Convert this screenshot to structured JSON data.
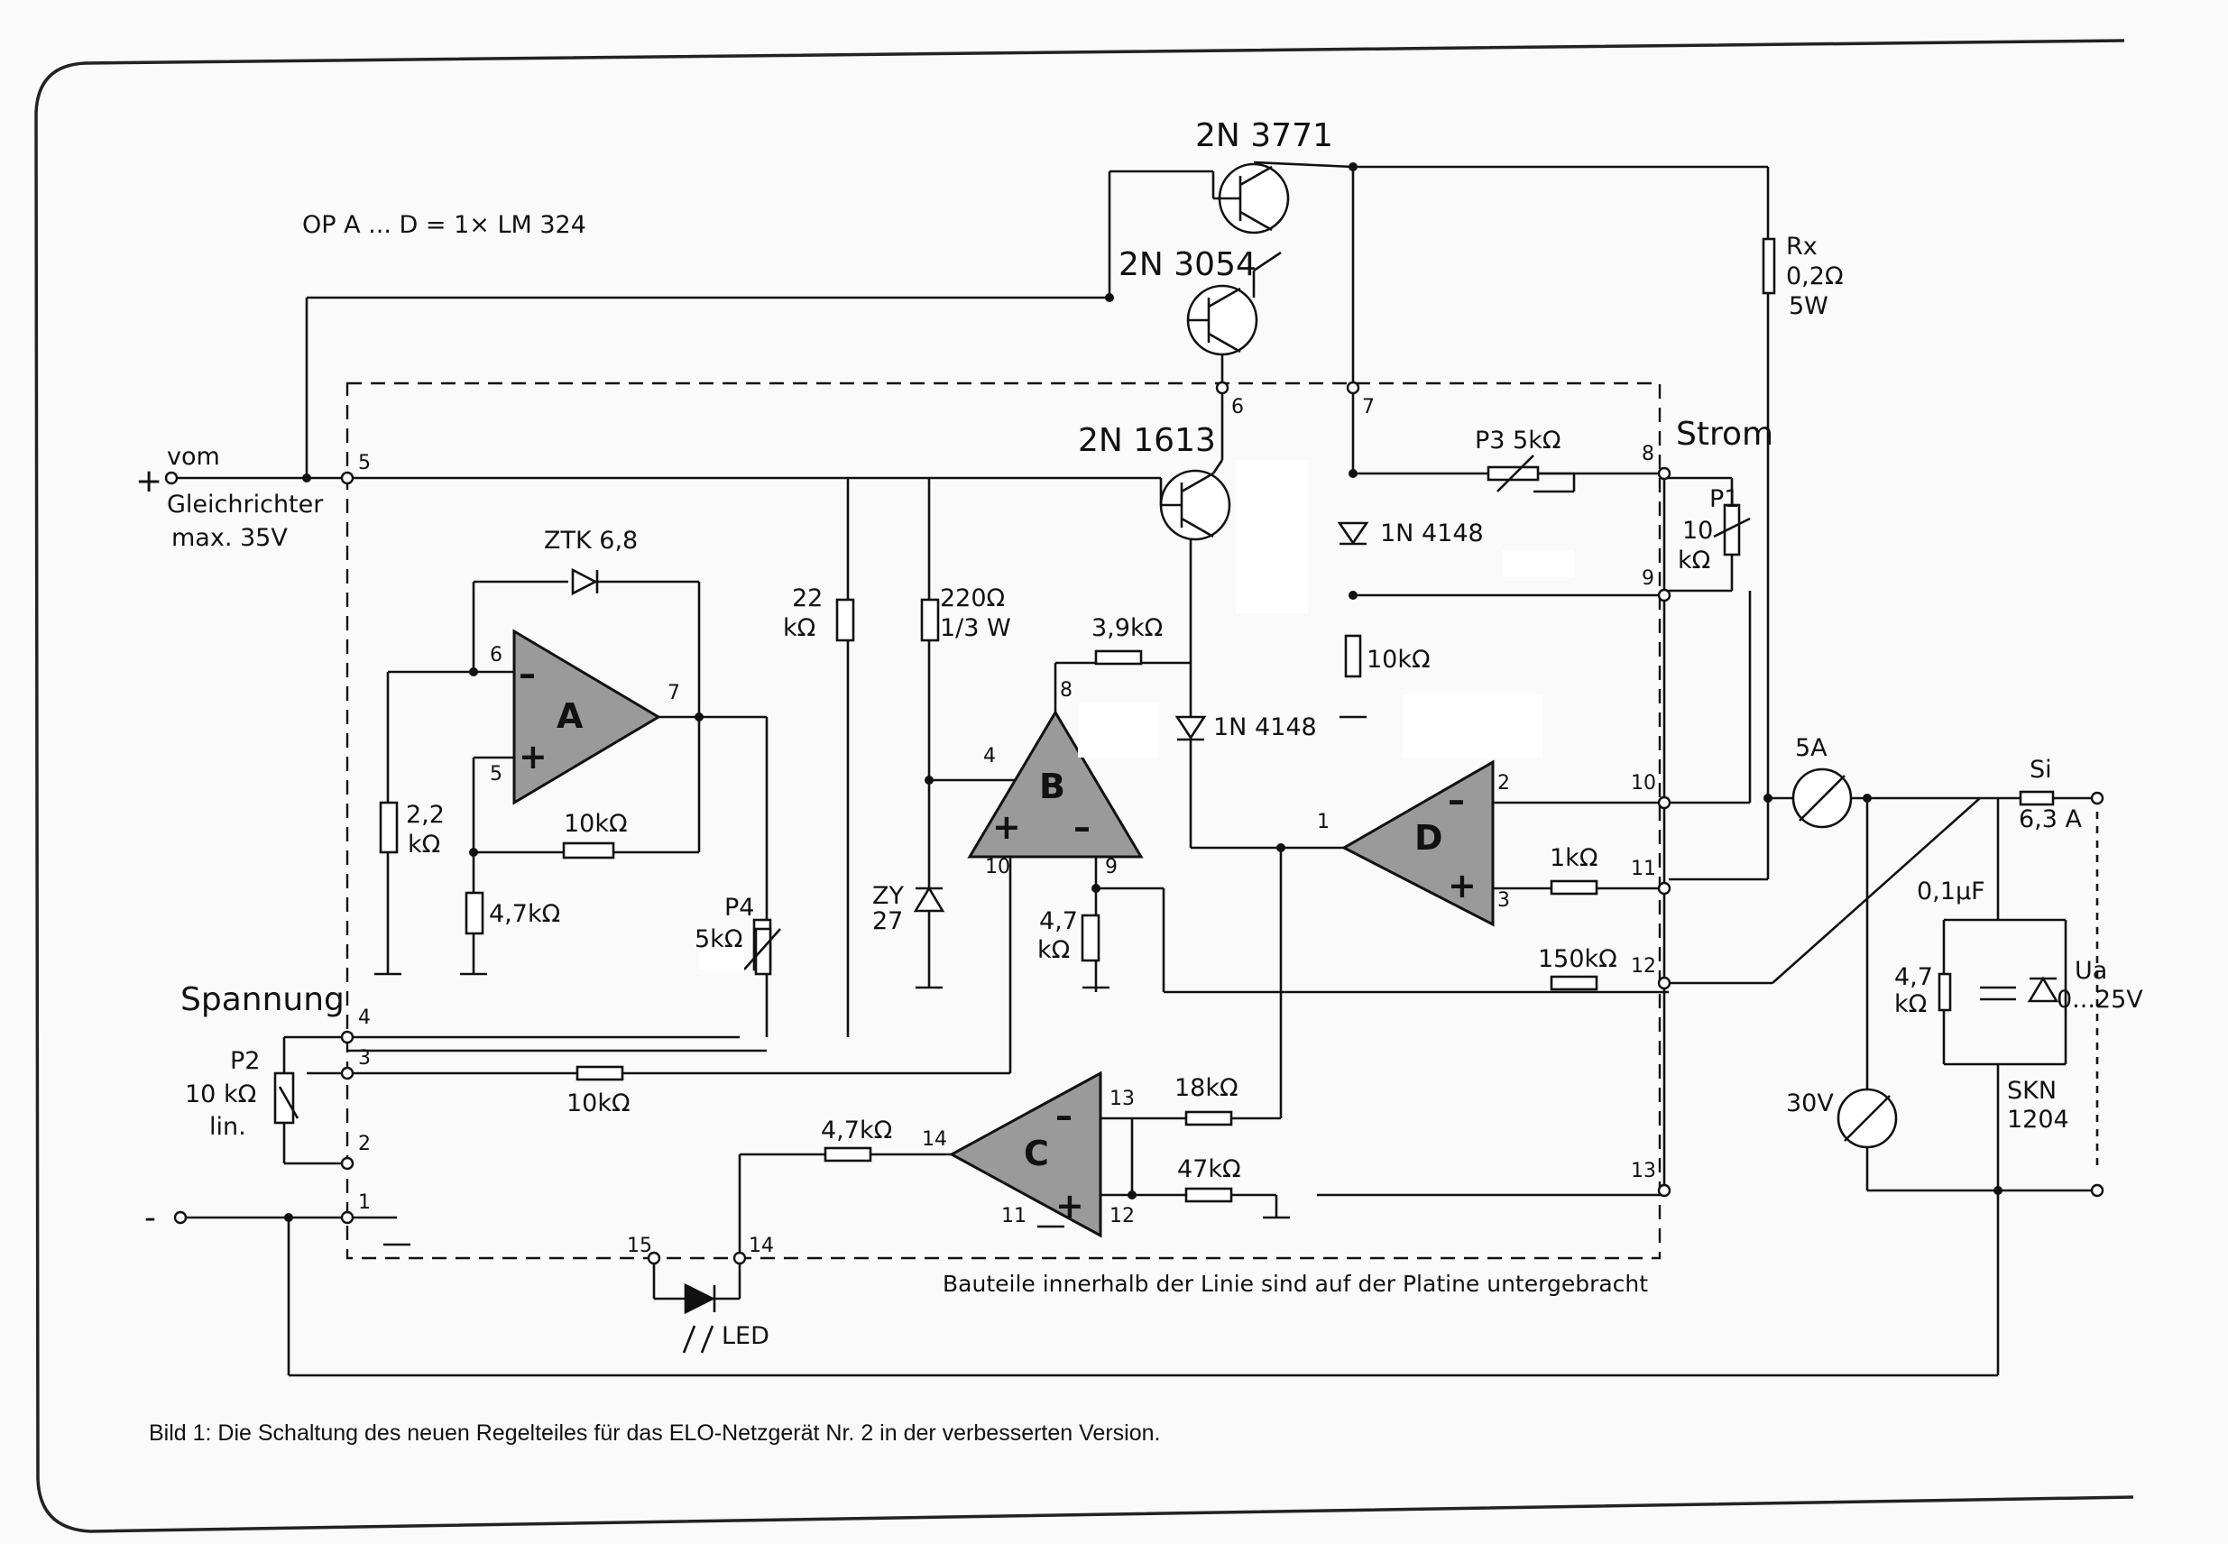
{
  "note_opamp": "OP A ... D = 1× LM 324",
  "caption": "Bild 1: Die Schaltung des neuen Regelteiles für das ELO-Netzgerät Nr. 2 in der verbesserten Version.",
  "board_note": "Bauteile innerhalb der Linie sind auf der Platine untergebracht",
  "transistors": {
    "t1": "2N 3771",
    "t2": "2N 3054",
    "t3": "2N 1613"
  },
  "input": {
    "plus": "+",
    "minus": "-",
    "line1": "vom",
    "line2": "Gleichrichter",
    "line3": "max. 35V"
  },
  "opamps": {
    "a": "A",
    "b": "B",
    "c": "C",
    "d": "D",
    "plus": "+",
    "minus": "–"
  },
  "zener_ztk": "ZTK 6,8",
  "zener_zy": [
    "ZY",
    "27"
  ],
  "resistors": {
    "r22k": [
      "22",
      "kΩ"
    ],
    "r220": [
      "220Ω",
      "1/3 W"
    ],
    "r3k9": "3,9kΩ",
    "r2k2": [
      "2,2",
      "kΩ"
    ],
    "r10k_a": "10kΩ",
    "r4k7_a": "4,7kΩ",
    "r4k7_b": [
      "4,7",
      "kΩ"
    ],
    "r10k_right": "10kΩ",
    "r1k": "1kΩ",
    "r150k": "150kΩ",
    "r10k_p2": "10kΩ",
    "r18k": "18kΩ",
    "r47k": "47kΩ",
    "r4k7_c": "4,7kΩ",
    "r4k7_out": [
      "4,7",
      "kΩ"
    ],
    "rx": [
      "Rx",
      "0,2Ω",
      "5W"
    ]
  },
  "diodes": {
    "d1": "1N 4148",
    "d2": "1N 4148"
  },
  "pots": {
    "p1": [
      "P1",
      "10",
      "kΩ"
    ],
    "p2": [
      "P2",
      "10 kΩ",
      "lin."
    ],
    "p3": "P3  5kΩ",
    "p4": [
      "P4",
      "5kΩ"
    ]
  },
  "labels": {
    "strom": "Strom",
    "spannung": "Spannung",
    "led": "LED"
  },
  "meters": {
    "amp": "5A",
    "volt": "30V"
  },
  "output": {
    "fuse": [
      "Si",
      "6,3 A"
    ],
    "cap": "0,1µF",
    "skn": [
      "SKN",
      "1204"
    ],
    "ua": [
      "Ua",
      "0...25V"
    ]
  },
  "pins": [
    "1",
    "2",
    "3",
    "4",
    "5",
    "6",
    "7",
    "8",
    "9",
    "10",
    "11",
    "12",
    "13",
    "14",
    "15"
  ],
  "opamp_pins": {
    "a": [
      "6",
      "5",
      "7"
    ],
    "b": [
      "4",
      "8",
      "10",
      "9"
    ],
    "c": [
      "14",
      "13",
      "12",
      "11"
    ],
    "d": [
      "1",
      "2",
      "3"
    ]
  }
}
